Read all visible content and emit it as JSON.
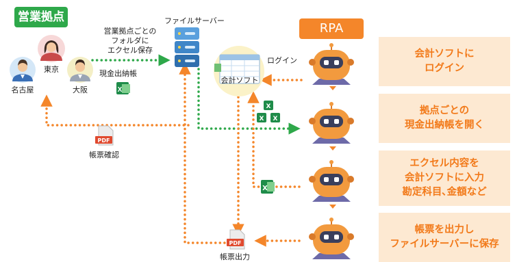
{
  "branch": {
    "badge": "営業拠点",
    "cities": {
      "nagoya": "名古屋",
      "tokyo": "東京",
      "osaka": "大阪"
    },
    "save_note": [
      "営業拠点ごとの",
      "フォルダに",
      "エクセル保存"
    ],
    "cashbook": "現金出納帳",
    "report_check": "帳票確認"
  },
  "server": {
    "label": "ファイルサーバー"
  },
  "software": {
    "label": "会計ソフト"
  },
  "login_label": "ログイン",
  "report_output": "帳票出力",
  "pdf_text": "PDF",
  "rpa": {
    "badge": "RPA",
    "steps": [
      {
        "lines": [
          "会計ソフトに",
          "ログイン"
        ]
      },
      {
        "lines": [
          "拠点ごとの",
          "現金出納帳を開く"
        ]
      },
      {
        "lines": [
          "エクセル内容を",
          "会計ソフトに入力",
          "勘定科目､金額など"
        ]
      },
      {
        "lines": [
          "帳票を出力し",
          "ファイルサーバーに保存"
        ]
      }
    ]
  },
  "colors": {
    "green": "#2ea84a",
    "orange": "#f4862a",
    "step_bg": "#fde9d2",
    "step_text": "#f27a1a",
    "server_blue": "#3f86c8"
  }
}
